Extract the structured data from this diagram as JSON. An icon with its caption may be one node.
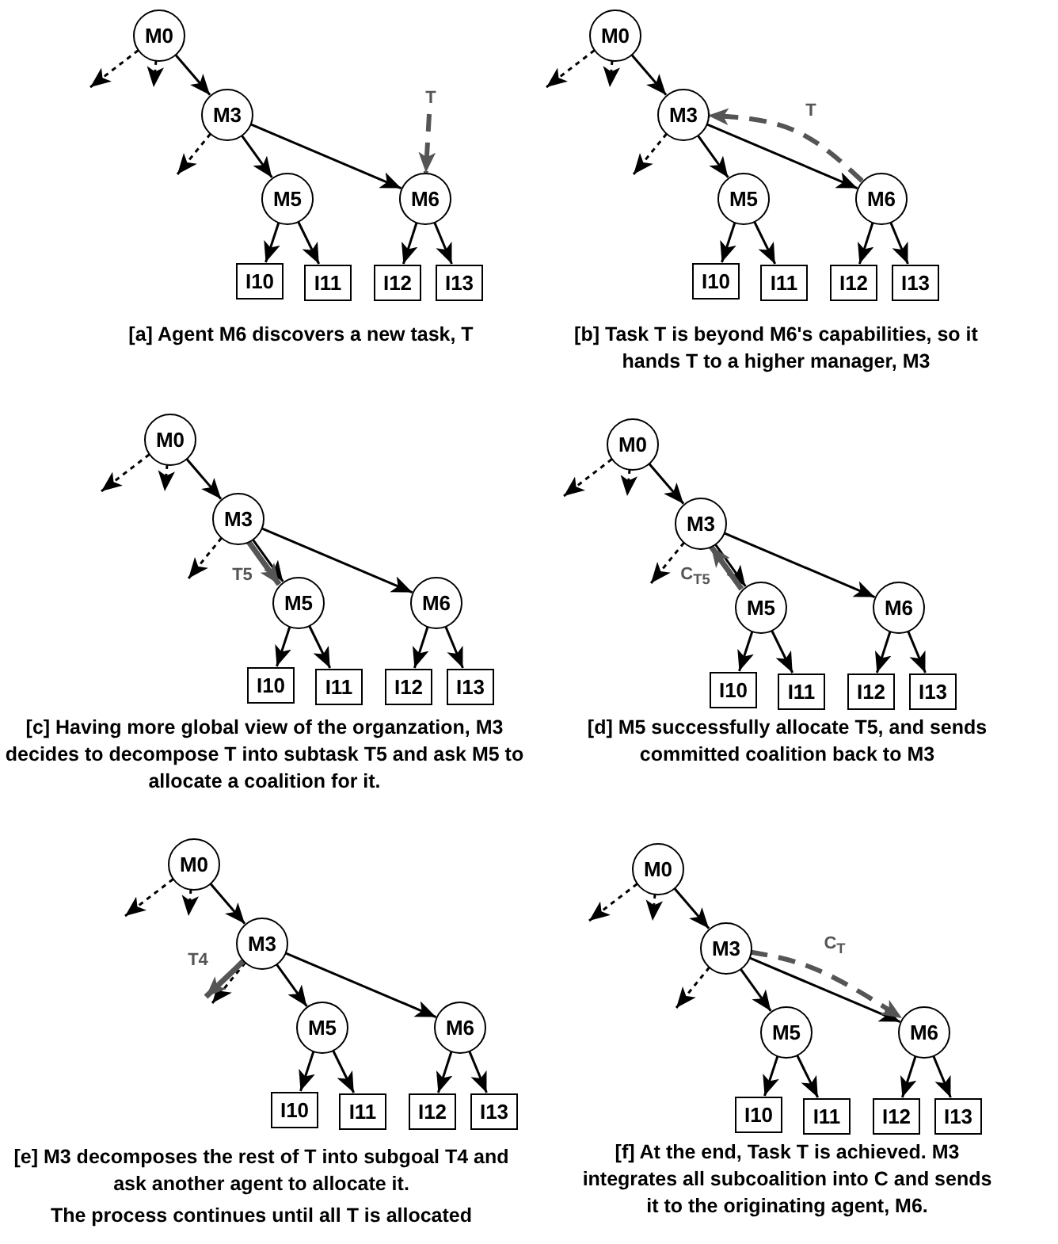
{
  "diagram": {
    "nodes": [
      {
        "text": [
          "M0"
        ]
      },
      {
        "text": [
          "M3"
        ]
      },
      {
        "text": [
          "M5"
        ]
      },
      {
        "text": [
          "M6"
        ]
      },
      {
        "text": [
          "I10"
        ]
      },
      {
        "text": [
          "I11"
        ]
      },
      {
        "text": [
          "I12"
        ]
      },
      {
        "text": [
          "I13"
        ]
      },
      {
        "text": [
          "M0"
        ]
      },
      {
        "text": [
          "M3"
        ]
      },
      {
        "text": [
          "M5"
        ]
      },
      {
        "text": [
          "M6"
        ]
      },
      {
        "text": [
          "I10"
        ]
      },
      {
        "text": [
          "I11"
        ]
      },
      {
        "text": [
          "I12"
        ]
      },
      {
        "text": [
          "I13"
        ]
      },
      {
        "text": [
          "M0"
        ]
      },
      {
        "text": [
          "M3"
        ]
      },
      {
        "text": [
          "M5"
        ]
      },
      {
        "text": [
          "M6"
        ]
      },
      {
        "text": [
          "I10"
        ]
      },
      {
        "text": [
          "I11"
        ]
      },
      {
        "text": [
          "I12"
        ]
      },
      {
        "text": [
          "I13"
        ]
      },
      {
        "text": [
          "M0"
        ]
      },
      {
        "text": [
          "M3"
        ]
      },
      {
        "text": [
          "M5"
        ]
      },
      {
        "text": [
          "M6"
        ]
      },
      {
        "text": [
          "I10"
        ]
      },
      {
        "text": [
          "I11"
        ]
      },
      {
        "text": [
          "I12"
        ]
      },
      {
        "text": [
          "I13"
        ]
      },
      {
        "text": [
          "M0"
        ]
      },
      {
        "text": [
          "M3"
        ]
      },
      {
        "text": [
          "M5"
        ]
      },
      {
        "text": [
          "M6"
        ]
      },
      {
        "text": [
          "I10"
        ]
      },
      {
        "text": [
          "I11"
        ]
      },
      {
        "text": [
          "I12"
        ]
      },
      {
        "text": [
          "I13"
        ]
      },
      {
        "text": [
          "M0"
        ]
      },
      {
        "text": [
          "M3"
        ]
      },
      {
        "text": [
          "M5"
        ]
      },
      {
        "text": [
          "M6"
        ]
      },
      {
        "text": [
          "I10"
        ]
      },
      {
        "text": [
          "I11"
        ]
      },
      {
        "text": [
          "I12"
        ]
      },
      {
        "text": [
          "I13"
        ]
      }
    ],
    "edges": [
      {
        "from": 0,
        "to": 1,
        "arrow": "to"
      },
      {
        "from": 1,
        "to": 2,
        "arrow": "to"
      },
      {
        "from": 1,
        "to": 3,
        "arrow": "to"
      },
      {
        "from": 2,
        "to": 4,
        "arrow": "to"
      },
      {
        "from": 2,
        "to": 5,
        "arrow": "to"
      },
      {
        "from": 3,
        "to": 6,
        "arrow": "to"
      },
      {
        "from": 3,
        "to": 7,
        "arrow": "to"
      },
      {
        "from": 0,
        "to": null,
        "arrow": "to",
        "style": "dashed"
      },
      {
        "from": 0,
        "to": null,
        "arrow": "to",
        "style": "dashed"
      },
      {
        "from": 1,
        "to": null,
        "arrow": "to",
        "style": "dashed"
      },
      {
        "from": null,
        "to": 3,
        "arrow": "to",
        "label": "T",
        "style": "dashed",
        "color": "#555555"
      },
      {
        "from": 8,
        "to": 9,
        "arrow": "to"
      },
      {
        "from": 9,
        "to": 10,
        "arrow": "to"
      },
      {
        "from": 9,
        "to": 11,
        "arrow": "to"
      },
      {
        "from": 10,
        "to": 12,
        "arrow": "to"
      },
      {
        "from": 10,
        "to": 13,
        "arrow": "to"
      },
      {
        "from": 11,
        "to": 14,
        "arrow": "to"
      },
      {
        "from": 11,
        "to": 15,
        "arrow": "to"
      },
      {
        "from": 8,
        "to": null,
        "arrow": "to",
        "style": "dashed"
      },
      {
        "from": 8,
        "to": null,
        "arrow": "to",
        "style": "dashed"
      },
      {
        "from": 9,
        "to": null,
        "arrow": "to",
        "style": "dashed"
      },
      {
        "from": 11,
        "to": 9,
        "arrow": "to",
        "label": "T",
        "style": "dashed",
        "color": "#555555"
      },
      {
        "from": 16,
        "to": 17,
        "arrow": "to"
      },
      {
        "from": 17,
        "to": 18,
        "arrow": "to"
      },
      {
        "from": 17,
        "to": 19,
        "arrow": "to"
      },
      {
        "from": 18,
        "to": 20,
        "arrow": "to"
      },
      {
        "from": 18,
        "to": 21,
        "arrow": "to"
      },
      {
        "from": 19,
        "to": 22,
        "arrow": "to"
      },
      {
        "from": 19,
        "to": 23,
        "arrow": "to"
      },
      {
        "from": 16,
        "to": null,
        "arrow": "to",
        "style": "dashed"
      },
      {
        "from": 16,
        "to": null,
        "arrow": "to",
        "style": "dashed"
      },
      {
        "from": 17,
        "to": null,
        "arrow": "to",
        "style": "dashed"
      },
      {
        "from": 17,
        "to": 18,
        "arrow": "to",
        "label": "T5",
        "style": "thick",
        "color": "#555555"
      },
      {
        "from": 24,
        "to": 25,
        "arrow": "to"
      },
      {
        "from": 25,
        "to": 26,
        "arrow": "to"
      },
      {
        "from": 25,
        "to": 27,
        "arrow": "to"
      },
      {
        "from": 26,
        "to": 28,
        "arrow": "to"
      },
      {
        "from": 26,
        "to": 29,
        "arrow": "to"
      },
      {
        "from": 27,
        "to": 30,
        "arrow": "to"
      },
      {
        "from": 27,
        "to": 31,
        "arrow": "to"
      },
      {
        "from": 24,
        "to": null,
        "arrow": "to",
        "style": "dashed"
      },
      {
        "from": 24,
        "to": null,
        "arrow": "to",
        "style": "dashed"
      },
      {
        "from": 25,
        "to": null,
        "arrow": "to",
        "style": "dashed"
      },
      {
        "from": 26,
        "to": 25,
        "arrow": "to",
        "label": "C$_{T5}$",
        "style": "thick",
        "color": "#555555"
      },
      {
        "from": 32,
        "to": 33,
        "arrow": "to"
      },
      {
        "from": 33,
        "to": 34,
        "arrow": "to"
      },
      {
        "from": 33,
        "to": 35,
        "arrow": "to"
      },
      {
        "from": 34,
        "to": 36,
        "arrow": "to"
      },
      {
        "from": 34,
        "to": 37,
        "arrow": "to"
      },
      {
        "from": 35,
        "to": 38,
        "arrow": "to"
      },
      {
        "from": 35,
        "to": 39,
        "arrow": "to"
      },
      {
        "from": 32,
        "to": null,
        "arrow": "to",
        "style": "dashed"
      },
      {
        "from": 32,
        "to": null,
        "arrow": "to",
        "style": "dashed"
      },
      {
        "from": 33,
        "to": null,
        "arrow": "to",
        "style": "dashed"
      },
      {
        "from": 33,
        "to": null,
        "arrow": "to",
        "label": "T4",
        "style": "thick",
        "color": "#555555"
      },
      {
        "from": 40,
        "to": 41,
        "arrow": "to"
      },
      {
        "from": 41,
        "to": 42,
        "arrow": "to"
      },
      {
        "from": 41,
        "to": 43,
        "arrow": "to"
      },
      {
        "from": 42,
        "to": 44,
        "arrow": "to"
      },
      {
        "from": 42,
        "to": 45,
        "arrow": "to"
      },
      {
        "from": 43,
        "to": 46,
        "arrow": "to"
      },
      {
        "from": 43,
        "to": 47,
        "arrow": "to"
      },
      {
        "from": 40,
        "to": null,
        "arrow": "to",
        "style": "dashed"
      },
      {
        "from": 40,
        "to": null,
        "arrow": "to",
        "style": "dashed"
      },
      {
        "from": 41,
        "to": null,
        "arrow": "to",
        "style": "dashed"
      },
      {
        "from": 41,
        "to": 43,
        "arrow": "to",
        "label": "C$_{T}$",
        "style": "dashed",
        "color": "#555555"
      }
    ],
    "labels": [
      "[a] Agent M6 discovers a new task, T",
      "[b] Task T is beyond M6's capabilities, so it hands T to a higher manager, M3",
      "[c] Having more global view of the organzation, M3 decides to decompose T into subtask T5 and ask M5 to allocate a coalition for it.",
      "[d] M5 successfully allocate T5, and sends committed coalition back to M3",
      "[e] M3 decomposes the rest of T into subgoal T4 and ask another agent to allocate it.",
      "The process continues until all T is allocated",
      "[f] At the end, Task T is achieved.  M3 integrates all subcoalition into C  and sends it to the originating agent, M6."
    ]
  }
}
